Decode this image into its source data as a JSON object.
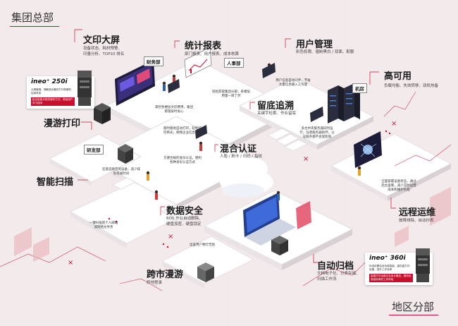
{
  "corners": {
    "top_left": "集团总部",
    "bottom_right": "地区分部"
  },
  "features": {
    "big_screen": {
      "title": "文印大屏",
      "desc": [
        "设备状态、耗材预警、",
        "印量分析、TOP10 排名"
      ]
    },
    "stats": {
      "title": "统计报表",
      "desc": "部门报表、用户报表、成本核算"
    },
    "user_mgmt": {
      "title": "用户管理",
      "desc": "彩色权限、僵制黑白 / 双面、配额"
    },
    "ha": {
      "title": "高可用",
      "desc": "负载均衡、失效转移、双机热备"
    },
    "audit": {
      "title": "留底追溯",
      "desc": "关键字检索、作业留底"
    },
    "roaming_print": {
      "title": "漫游打印"
    },
    "hybrid_auth": {
      "title": "混合认证",
      "desc": "人脸 / 刷卡 / 扫码 / 指纹"
    },
    "smart_scan": {
      "title": "智能扫描"
    },
    "data_security": {
      "title": "数据安全",
      "desc": [
        "BOX 作业自动删除、",
        "硬盘加密、硬盘锁定"
      ]
    },
    "remote_ops": {
      "title": "远程运维",
      "desc": "故障排除、自动抄表"
    },
    "cross_city": {
      "title": "跨市漫游",
      "desc": "异地登录"
    },
    "auto_archive": {
      "title": "自动归档",
      "desc": [
        "文档电子化、分类存储、",
        "扫描工作流"
      ]
    }
  },
  "products": {
    "p250": {
      "name": "ineo⁺ 250i",
      "desc": "大屏幕操、操敏能设备的打印机解析控制系统",
      "red": "贴近智能手机的操作方式，带给用户学习成本"
    },
    "p360": {
      "name": "ineo⁺ 360i",
      "desc": "标准设置包含功能智能、高性能打印效果，提升工作效率",
      "red": "智能打印全新交互设计概念，提供优秀高效率的工作体验"
    }
  },
  "department_tags": {
    "finance": "财务部",
    "hr": "人事部",
    "rnd": "研发部",
    "machine_room": "机房"
  },
  "notes": {
    "big_screen": "掌控各楼层文印费用，集团管理省时省心",
    "stats": "轻松获取集团分部，各楼层用量一目了然",
    "user": "用户信息自动同步，节省大量信息输入工作量",
    "roaming": "任意选择空闲设备，减少排队等候时间",
    "auth": "方便合规的身份认证，便利各种身份认证方式",
    "print": "随时随地自动打印，轻松打印目光，保障企业信息安全",
    "ha": "多台中央服务器同时运行，任意服务器损坏，认证服务都不会受影响",
    "remote": "全面掌握设备状态，通过后台查看，减少实时运营成本和维护负担",
    "scan": "一键扫描到个人邮箱或网络文件夹",
    "cross": "出差用户畅行无阻"
  }
}
